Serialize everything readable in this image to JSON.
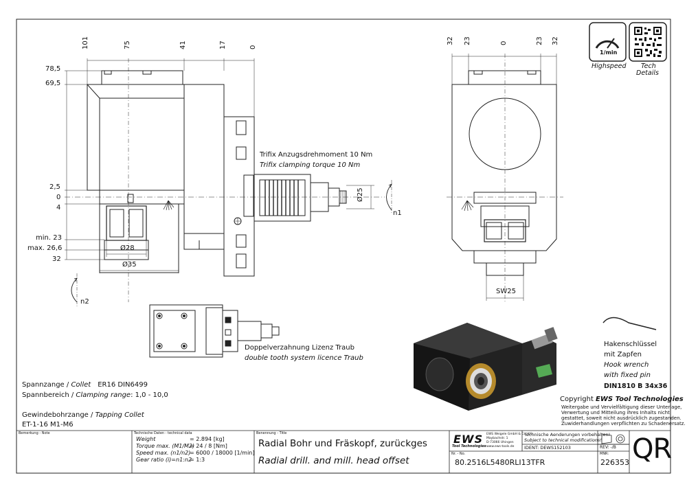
{
  "dims": {
    "top": [
      "101",
      "75",
      "41",
      "17",
      "0"
    ],
    "left": [
      "78,5",
      "69,5",
      "2,5",
      "0",
      "4",
      "min. 23",
      "max. 26,6",
      "32"
    ],
    "side_top": [
      "32",
      "23",
      "0",
      "23",
      "32"
    ],
    "d28": "Ø28",
    "d35": "Ø35",
    "d25": "Ø25",
    "sw25": "SW25",
    "n1": "n1",
    "n2": "n2"
  },
  "notes": {
    "trifix_de": "Trifix Anzugsdrehmoment  10 Nm",
    "trifix_en": "Trifix clamping torque  10 Nm",
    "doppel_de": "Doppelverzahnung Lizenz Traub",
    "doppel_en": "double tooth system licence Traub"
  },
  "badges": {
    "speed_value": "1/min",
    "speed_label": "Highspeed",
    "tech_label_1": "Tech",
    "tech_label_2": "Details"
  },
  "specs": {
    "collet_de": "Spannzange / ",
    "collet_en": "Collet",
    "collet_val": "ER16    DIN6499",
    "range_de": "Spannbereich / ",
    "range_en": "Clamping range",
    "range_val": ": 1,0 - 10,0",
    "tap_de": "Gewindebohrzange / ",
    "tap_en": "Tapping Collet",
    "tap_val": "ET-1-16    M1-M6"
  },
  "wrench": {
    "line1": "Hakenschlüssel",
    "line2": "mit Zapfen",
    "line3": "Hook wrench",
    "line4": "with fixed pin",
    "line5": "DIN1810 B 34x36"
  },
  "copyright": {
    "title_prefix": "Copyright ",
    "title_brand": "EWS Tool Technologies",
    "l1": "Weitergabe und Vervielfältigung dieser Unterlage,",
    "l2": "Verwertung und Mitteilung ihres Inhalts nicht",
    "l3": "gestattet, soweit nicht ausdrücklich zugestanden.",
    "l4": "Zuwiderhandlungen verpflichten zu Schadenersatz."
  },
  "titleblock": {
    "remark_label": "Bemerkung - Note",
    "techdata_label": "Technische Daten - technical data",
    "rows": [
      {
        "label": "Weight",
        "value": "=  2.894 [kg]"
      },
      {
        "label": "Torque max. (M1/M2)",
        "value": "=  24 / 8 [Nm]"
      },
      {
        "label": "Speed max. (n1/n2)",
        "value": "=  6000 / 18000 [1/min]"
      },
      {
        "label": "Gear ratio  (i)=n1:n2",
        "value": "=  1:3"
      }
    ],
    "title_label": "Benennung - Title",
    "title_de": "Radial Bohr und Fräskopf, zurückges",
    "title_en": "Radial drill. and mill. head offset",
    "logo": "EWS",
    "logo_sub": "Tool Technologies",
    "company_1": "EWS Weigele GmbH & Co. KG",
    "company_2": "Maybachstr. 1",
    "company_3": "D-73066 Uhingen",
    "company_4": "www.ews-tools.de",
    "change_de": "Technische Aenderungen vorbehalten!",
    "change_en": "Subject to technical modifications!",
    "ident": "IDENT:  DEWS152103",
    "rev": "REV:  -/B",
    "nr_label": "Nr. - No.",
    "nr": "80.2516L5480RLI13TFR",
    "mnr_label": "MNR:",
    "mnr": "226353",
    "qr": "QR"
  }
}
